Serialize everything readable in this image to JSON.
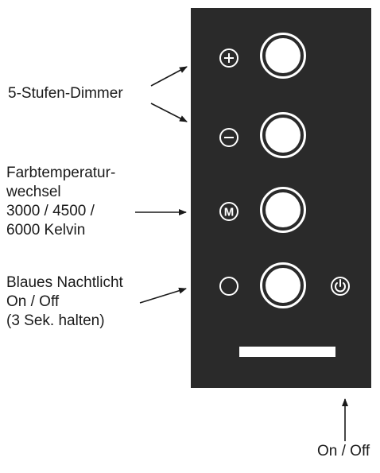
{
  "labels": {
    "dimmer": "5-Stufen-Dimmer",
    "color_temperature": "Farbtemperatur-\nwechsel\n3000 / 4500 /\n6000 Kelvin",
    "night_light": "Blaues Nachtlicht\nOn / Off\n(3 Sek. halten)",
    "on_off": "On / Off"
  },
  "icons": {
    "plus": "plus-circle-icon",
    "minus": "minus-circle-icon",
    "mode": "mode-m-icon",
    "night": "moon-icon",
    "power": "power-icon"
  },
  "colors": {
    "panel": "#2a2a2a",
    "buttons": "#ffffff",
    "text": "#1a1a1a"
  }
}
